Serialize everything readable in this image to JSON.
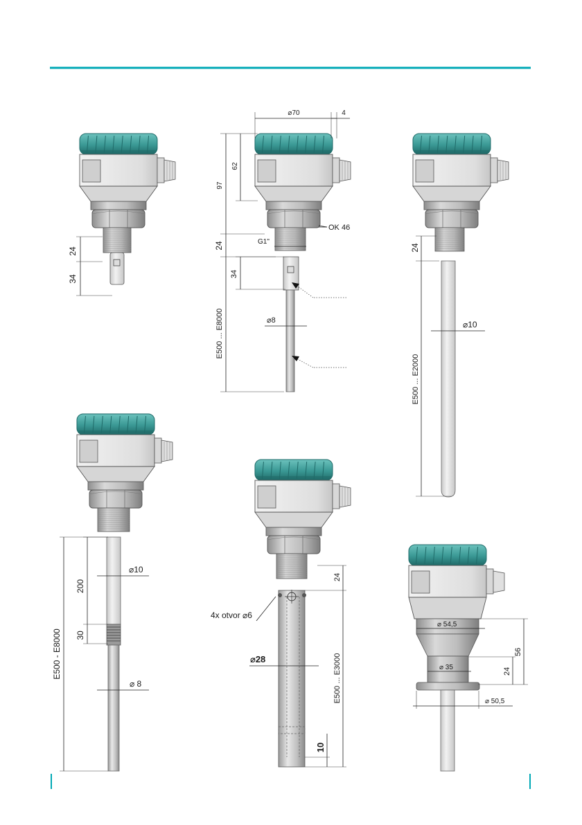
{
  "colors": {
    "rule": "#00a8b5",
    "cap": "#3e9e9b",
    "cap_dark": "#1f6a68",
    "housing": "#e4e4e4",
    "housing_shade": "#c9c9c9",
    "window": "#cfcfcf",
    "metal": "#b8b8b8",
    "metal_dark": "#8f8f8f",
    "rod": "#c4c4c4",
    "rod_light": "#e6e6e6"
  },
  "icons": [
    "cable-gland-icon",
    "arrow-pointer-icon",
    "diameter-symbol-icon"
  ],
  "drawings": {
    "d1": {
      "d24": "24",
      "d34": "34"
    },
    "d2": {
      "w70": "⌀70",
      "d4": "4",
      "d97": "97",
      "d62": "62",
      "d24": "24",
      "ok": "OK 46",
      "thread": "G1\"",
      "d34": "34",
      "rod": "⌀8",
      "len": "E500 ... E8000"
    },
    "d3": {
      "d24": "24",
      "rod": "⌀10",
      "len": "E500 ... E2000"
    },
    "d4": {
      "d200": "200",
      "rod10": "⌀10",
      "d30": "30",
      "rod8": "⌀ 8",
      "len": "E500 - E8000"
    },
    "d5": {
      "holes": "4x otvor ⌀6",
      "d24": "24",
      "tube": "⌀28",
      "len": "E500 ... E3000",
      "d10": "10"
    },
    "d6": {
      "w545": "⌀ 54,5",
      "w35": "⌀ 35",
      "d56": "56",
      "d24": "24",
      "w505": "⌀ 50,5"
    }
  }
}
